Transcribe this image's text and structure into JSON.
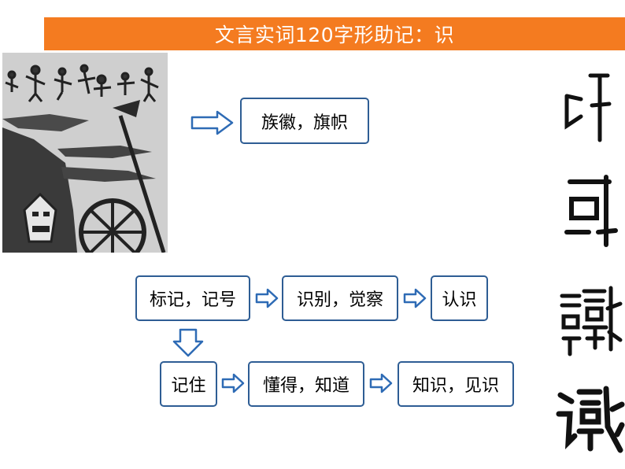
{
  "title": "文言实词120字形助记：识",
  "colors": {
    "banner": "#f47b20",
    "box_border": "#2e5d94",
    "arrow_stroke": "#2e6bb5"
  },
  "images": {
    "photo": "ancient rock carving with figures, banners and mask",
    "glyphs": [
      "oracle-bone-script-shi",
      "bronze-script-shi",
      "seal-script-zhi",
      "regular-script-shi"
    ]
  },
  "flow": {
    "origin": "族徽，旗帜",
    "row1": [
      "标记，记号",
      "识别，觉察",
      "认识"
    ],
    "row2": [
      "记住",
      "懂得，知道",
      "知识，见识"
    ]
  }
}
